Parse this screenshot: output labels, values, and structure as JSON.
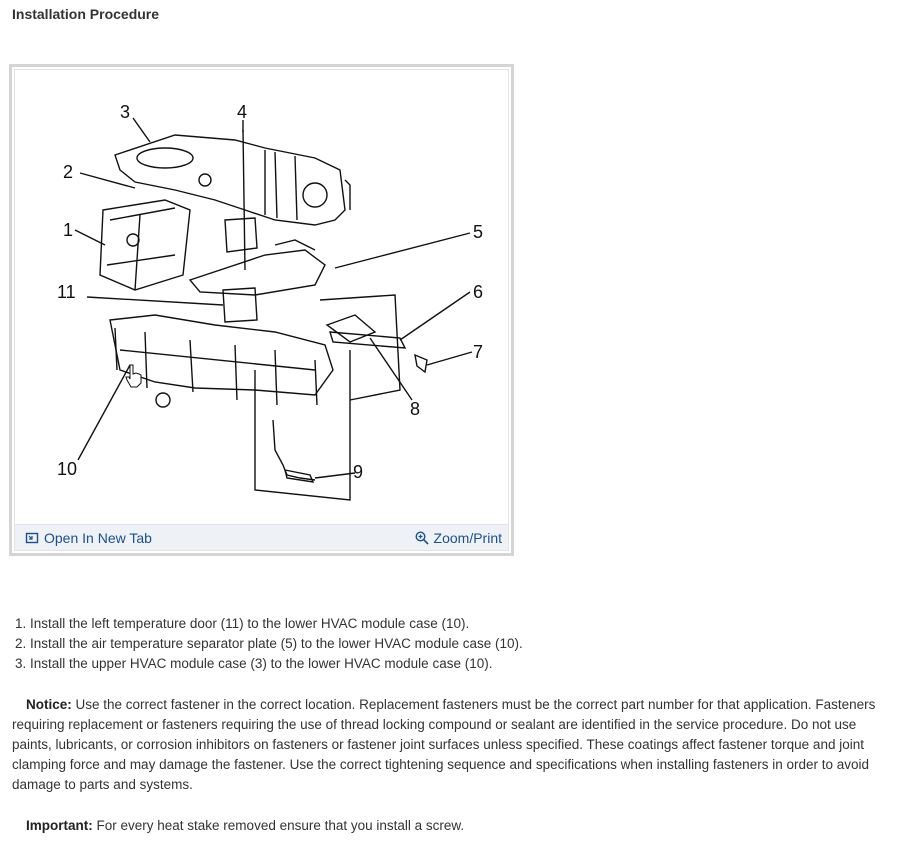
{
  "page": {
    "title": "Installation Procedure"
  },
  "figure": {
    "callouts": [
      "1",
      "2",
      "3",
      "4",
      "5",
      "6",
      "7",
      "8",
      "9",
      "10",
      "11"
    ],
    "open_label": "Open In New Tab",
    "zoom_label": "Zoom/Print",
    "icons": [
      "open-in-new-tab-icon",
      "zoom-in-icon",
      "hand-cursor-icon"
    ]
  },
  "steps": [
    "1. Install the left temperature door (11) to the lower HVAC module case (10).",
    "2. Install the air temperature separator plate (5) to the lower HVAC module case (10).",
    "3. Install the upper HVAC module case (3) to the lower HVAC module case (10)."
  ],
  "notice": {
    "label": "Notice:",
    "text": " Use the correct fastener in the correct location. Replacement fasteners must be the correct part number for that application. Fasteners requiring replacement or fasteners requiring the use of thread locking compound or sealant are identified in the service procedure. Do not use paints, lubricants, or corrosion inhibitors on fasteners or fastener joint surfaces unless specified. These coatings affect fastener torque and joint clamping force and may damage the fastener. Use the correct tightening sequence and specifications when installing fasteners in order to avoid damage to parts and systems."
  },
  "important": {
    "label": "Important:",
    "text": " For every heat stake removed ensure that you install a screw."
  },
  "colors": {
    "link": "#1f4e8c",
    "text": "#333333",
    "figure_border": "#d5d5d5",
    "footer_bg": "#eef1f5"
  }
}
